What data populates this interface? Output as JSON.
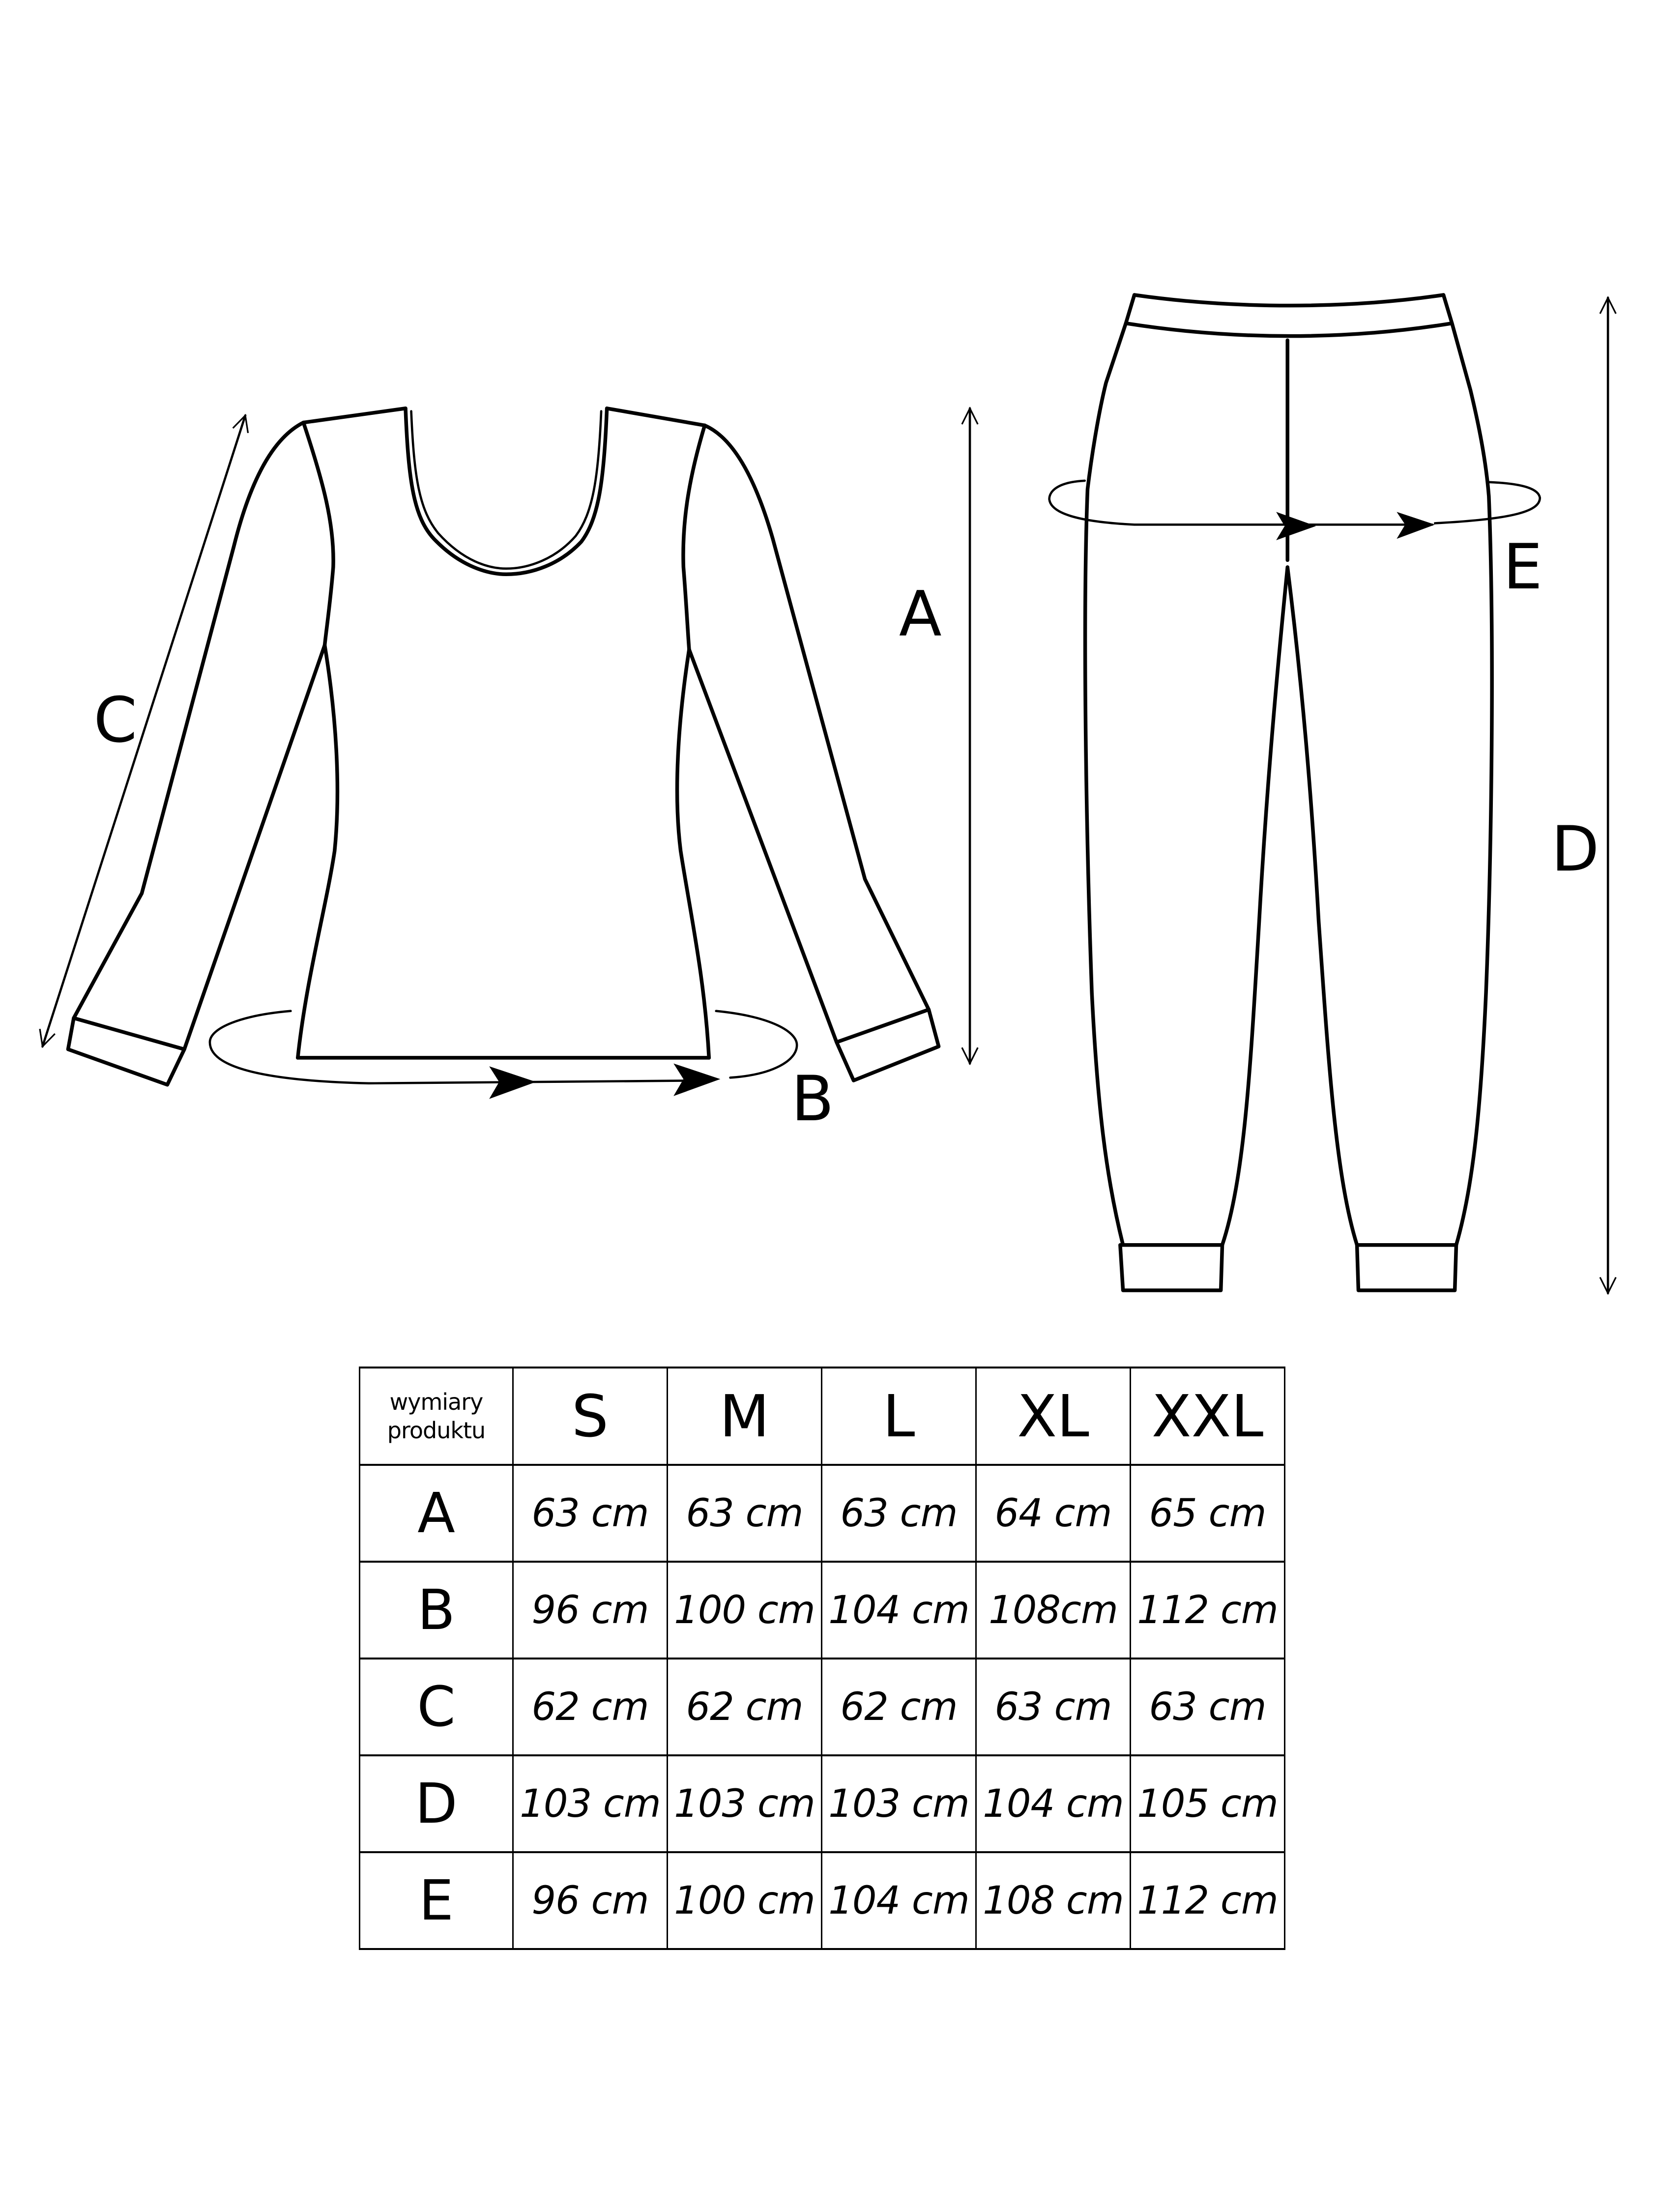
{
  "diagram": {
    "top_labels": {
      "length": "A",
      "hem_circumference": "B",
      "sleeve_length": "C"
    },
    "pants_labels": {
      "length": "D",
      "hip_circumference": "E"
    },
    "stroke_color": "#000000",
    "background": "#ffffff"
  },
  "table": {
    "corner_line1": "wymiary",
    "corner_line2": "produktu",
    "sizes": [
      "S",
      "M",
      "L",
      "XL",
      "XXL"
    ],
    "rows": [
      {
        "label": "A",
        "values": [
          "63 cm",
          "63 cm",
          "63 cm",
          "64 cm",
          "65 cm"
        ]
      },
      {
        "label": "B",
        "values": [
          "96 cm",
          "100 cm",
          "104 cm",
          "108cm",
          "112 cm"
        ]
      },
      {
        "label": "C",
        "values": [
          "62 cm",
          "62 cm",
          "62 cm",
          "63 cm",
          "63 cm"
        ]
      },
      {
        "label": "D",
        "values": [
          "103 cm",
          "103 cm",
          "103 cm",
          "104 cm",
          "105 cm"
        ]
      },
      {
        "label": "E",
        "values": [
          "96 cm",
          "100 cm",
          "104 cm",
          "108 cm",
          "112 cm"
        ]
      }
    ]
  },
  "chart_data": {
    "type": "table",
    "title": "",
    "columns": [
      "wymiary produktu",
      "S",
      "M",
      "L",
      "XL",
      "XXL"
    ],
    "rows": [
      [
        "A",
        "63 cm",
        "63 cm",
        "63 cm",
        "64 cm",
        "65 cm"
      ],
      [
        "B",
        "96 cm",
        "100 cm",
        "104 cm",
        "108cm",
        "112 cm"
      ],
      [
        "C",
        "62 cm",
        "62 cm",
        "62 cm",
        "63 cm",
        "63 cm"
      ],
      [
        "D",
        "103 cm",
        "103 cm",
        "103 cm",
        "104 cm",
        "105 cm"
      ],
      [
        "E",
        "96 cm",
        "100 cm",
        "104 cm",
        "108 cm",
        "112 cm"
      ]
    ]
  }
}
